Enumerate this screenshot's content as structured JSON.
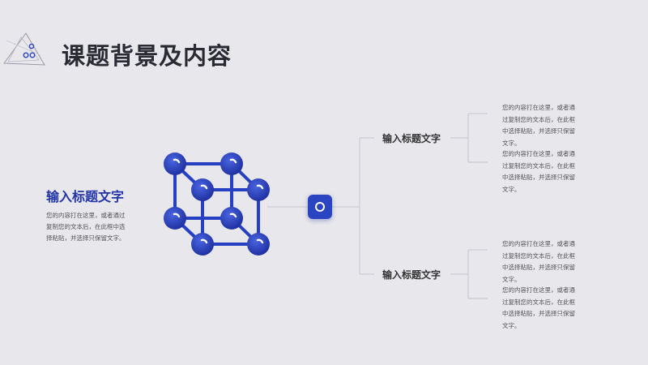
{
  "title": "课题背景及内容",
  "left": {
    "heading": "输入标题文字",
    "body": "您的内容打在这里，或者通过复制您的文本后，在此框中选择粘贴，并选择只保留文字。"
  },
  "branches": [
    {
      "heading": "输入标题文字",
      "paragraphs": [
        "您的内容打在这里，或者通过复制您的文本后，在此框中选择粘贴，并选择只保留文字。",
        "您的内容打在这里，或者通过复制您的文本后，在此框中选择粘贴，并选择只保留文字。"
      ]
    },
    {
      "heading": "输入标题文字",
      "paragraphs": [
        "您的内容打在这里，或者通过复制您的文本后，在此框中选择粘贴，并选择只保留文字。",
        "您的内容打在这里，或者通过复制您的文本后，在此框中选择粘贴，并选择只保留文字。"
      ]
    }
  ],
  "colors": {
    "background": "#e8e7ec",
    "accent": "#2b45c2",
    "accent_dark": "#1a2a8c",
    "heading_blue": "#2236a8"
  },
  "icons": {
    "logo": "triangle-circles-logo",
    "cube": "molecule-cube-icon",
    "center": "target-node-icon"
  }
}
